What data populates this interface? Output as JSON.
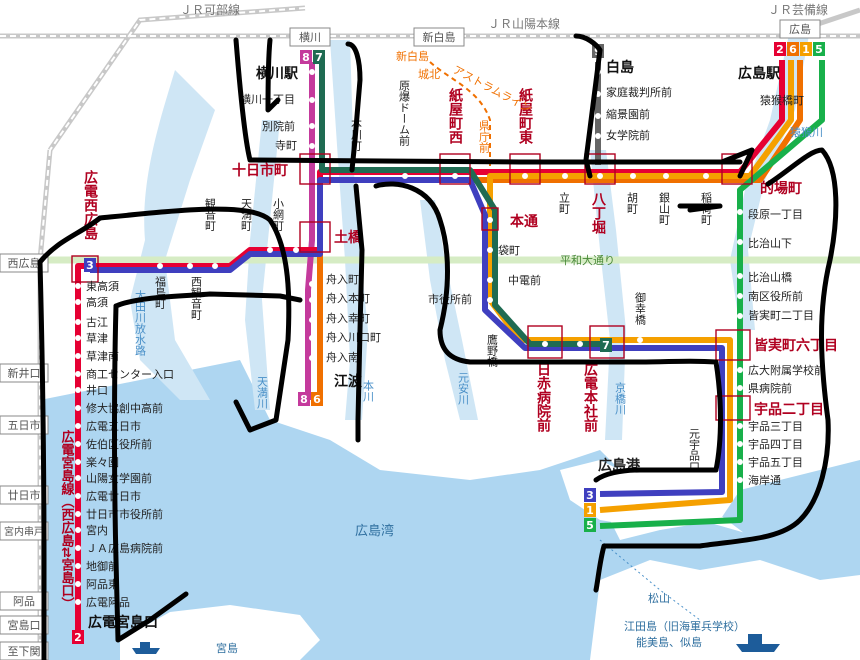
{
  "colors": {
    "line1": "#f5a000",
    "line2": "#e60033",
    "line3": "#3f3fbf",
    "line5": "#18b04a",
    "line6": "#f07000",
    "line7": "#1f6b52",
    "line8": "#c43a9c",
    "line9": "#666666",
    "sea": "#aed6f1",
    "river": "#cfe6f5",
    "jr": "#c8c8c8",
    "road": "#d6ecc4",
    "station_red": "#b00020",
    "marker_box": "#b00020",
    "annotation": "#000000"
  },
  "jr": {
    "kabe": "ＪＲ可部線",
    "sanyo": "ＪＲ山陽本線",
    "geibi": "ＪＲ芸備線"
  },
  "boxes": {
    "yokogawa": "横川",
    "shinhakushima": "新白島",
    "hiroshima": "広島",
    "nishihiroshima": "西広島",
    "shineiguchi": "新井口",
    "itsukaichi": "五日市",
    "hatsukaichi": "廿日市",
    "miyauchi": "宮内串戸",
    "ajina": "阿品",
    "miyajimaguchi": "宮島口",
    "iwakuni": "至下関"
  },
  "badges": {
    "b2": "2",
    "b6": "6",
    "b1": "1",
    "b5": "5",
    "b8": "8",
    "b7": "7",
    "b9": "9",
    "b3": "3"
  },
  "stations": {
    "yokogawa_eki": "横川駅",
    "yokogawa_1": "横川一丁目",
    "betsuin": "別院前",
    "terachou": "寺町",
    "tokaichi": "十日市町",
    "honkawa": "本川町",
    "genbaku": "原爆ドーム前",
    "kamiyacho_nishi": "紙屋町西",
    "kamiyacho_higashi": "紙屋町東",
    "kenchou": "県庁前",
    "shinhakushima_st": "新白島",
    "shiroyama": "城北",
    "astram": "アストラムライン",
    "hakushima": "白島",
    "katei": "家庭裁判所前",
    "shukkei": "縮景園前",
    "jogakuin": "女学院前",
    "hondori": "本通",
    "tatemachi": "立町",
    "hatchobori": "八丁堀",
    "tanaka": "胡町",
    "ginzan": "銀山町",
    "inari": "稲荷町",
    "hiroshima_eki": "広島駅",
    "enkobashi": "猿猴橋町",
    "matoba": "的場町",
    "danbara": "段原一丁目",
    "hijiyama": "比治山下",
    "hijiyama_bashi": "比治山橋",
    "minami_kuyakusho": "南区役所前",
    "minami_2": "皆実町二丁目",
    "minami_6": "皆実町六丁目",
    "daigaku": "広大附属学校前",
    "kenbyoin": "県病院前",
    "ujina_2": "宇品二丁目",
    "ujina_3": "宇品三丁目",
    "ujina_4": "宇品四丁目",
    "ujina_5": "宇品五丁目",
    "kaigan": "海岸通",
    "moto_ujina": "元宇品口",
    "hiroshima_ko": "広島港",
    "miyuki": "御幸橋",
    "fukuro": "袋町",
    "chuden": "中電前",
    "shiyakusho": "市役所前",
    "takanobashi": "鷹野橋",
    "nisseki": "日赤病院前",
    "honsha": "広電本社前",
    "dobashi": "土橋",
    "koami": "小網町",
    "tenma": "天満町",
    "kanonmachi": "観音町",
    "nishikanon": "西観音町",
    "fukushima": "福島町",
    "hiroden_nishi": "広電西広島",
    "funairi_machi": "舟入町",
    "funairi_hon": "舟入本町",
    "funairi_saiwai": "舟入幸町",
    "funairi_kawa": "舟入川口町",
    "funairi_minami": "舟入南",
    "eba": "江波",
    "higashi_takasu": "東高須",
    "takasu": "高須",
    "furue": "古江",
    "kusatsu": "草津",
    "kusatsu_minami": "草津南",
    "shoko": "商工センター入口",
    "inokuchi": "井口",
    "shudo": "修大協創中高前",
    "hiroden_itsukaichi": "広電五日市",
    "saeki": "佐伯区役所前",
    "rakurakuen": "楽々園",
    "sanyo_gakuen": "山陽女学園前",
    "hiroden_hatsukaichi": "広電廿日市",
    "hatsukaichi_shiyakusho": "廿日市市役所前",
    "miyauchi_st": "宮内",
    "ja": "ＪＡ広島病院前",
    "jigozen": "地御前",
    "ajina_st": "阿品東",
    "hiroden_ajina": "広電阿品",
    "hiroden_miyajima": "広電宮島口",
    "miyajima_line": "広電宮島線（西広島⇄宮島口）"
  },
  "places": {
    "heiwa": "平和大通り",
    "hiroshima_wan": "広島湾",
    "miyajima": "宮島",
    "matsuyama": "松山",
    "etajima": "江田島（旧海軍兵学校）",
    "etajima2": "能美島、似島",
    "ota_river": "太田川放水路",
    "tenma_river": "天満川",
    "honkawa_river": "本川",
    "motoyasu": "元安川",
    "kyobashi": "京橋川",
    "enko_river": "猿猴川"
  }
}
